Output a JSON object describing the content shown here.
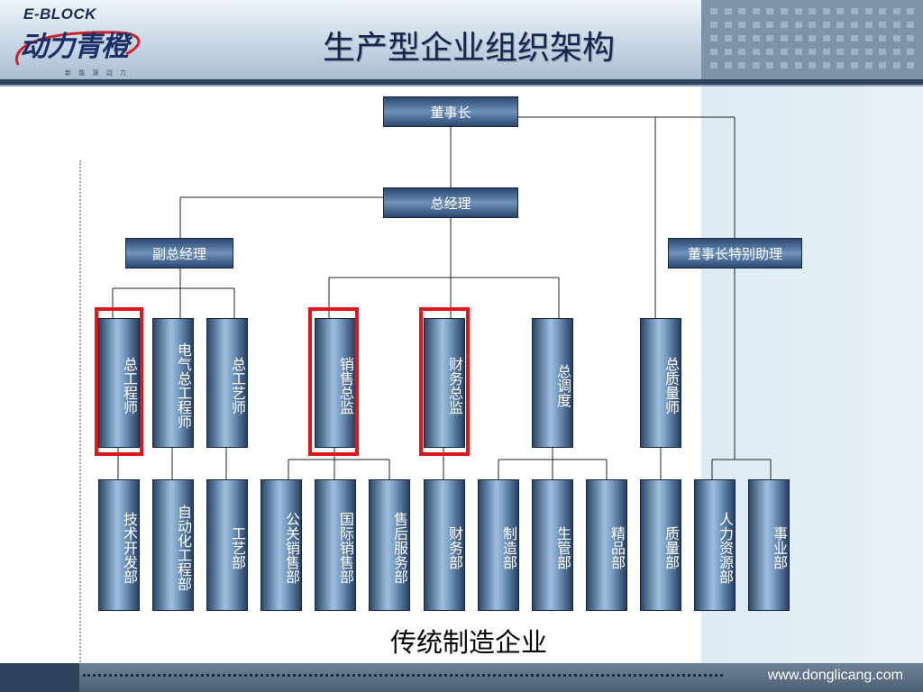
{
  "header": {
    "logo_top": "E-BLOCK",
    "logo_main": "动力青橙",
    "logo_sub": "新 能 源 动 力",
    "title": "生产型企业组织架构"
  },
  "org": {
    "chairman": "董事长",
    "general_manager": "总经理",
    "deputy_gm": "副总经理",
    "chairman_assistant": "董事长特别助理",
    "directors": [
      "总工程师",
      "电气总工程师",
      "总工艺师",
      "销售总监",
      "财务总监",
      "总调度",
      "总质量师"
    ],
    "departments": [
      "技术开发部",
      "自动化工程部",
      "工艺部",
      "公关销售部",
      "国际销售部",
      "售后服务部",
      "财务部",
      "制造部",
      "生管部",
      "精品部",
      "质量部",
      "人力资源部",
      "事业部"
    ],
    "highlighted": [
      "总工程师",
      "销售总监",
      "财务总监"
    ]
  },
  "caption": "传统制造企业",
  "footer": {
    "url": "www.donglicang.com"
  },
  "colors": {
    "highlight": "#e0161b",
    "box_dark": "#2b4770",
    "box_light": "#9fbfe0"
  }
}
